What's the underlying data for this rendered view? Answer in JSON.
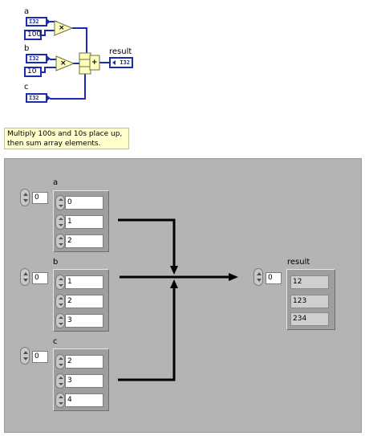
{
  "block_diagram": {
    "label_a": "a",
    "label_b": "b",
    "label_c": "c",
    "label_result": "result",
    "terminal_type": "I32",
    "const_a": "100",
    "const_b": "10",
    "multiply_symbol": "×",
    "add_symbol": "+"
  },
  "note": {
    "line1": "Multiply 100s and 10s place up,",
    "line2": "then sum array elements."
  },
  "front_panel": {
    "a": {
      "label": "a",
      "index": "0",
      "values": [
        "0",
        "1",
        "2"
      ]
    },
    "b": {
      "label": "b",
      "index": "0",
      "values": [
        "1",
        "2",
        "3"
      ]
    },
    "c": {
      "label": "c",
      "index": "0",
      "values": [
        "2",
        "3",
        "4"
      ]
    },
    "result": {
      "label": "result",
      "index": "0",
      "values": [
        "12",
        "123",
        "234"
      ]
    }
  },
  "colors": {
    "wire": "#1c2bb0",
    "panel_bg": "#b4b4b4",
    "note_bg": "#ffffcc",
    "node_fill": "#ffffc0"
  }
}
